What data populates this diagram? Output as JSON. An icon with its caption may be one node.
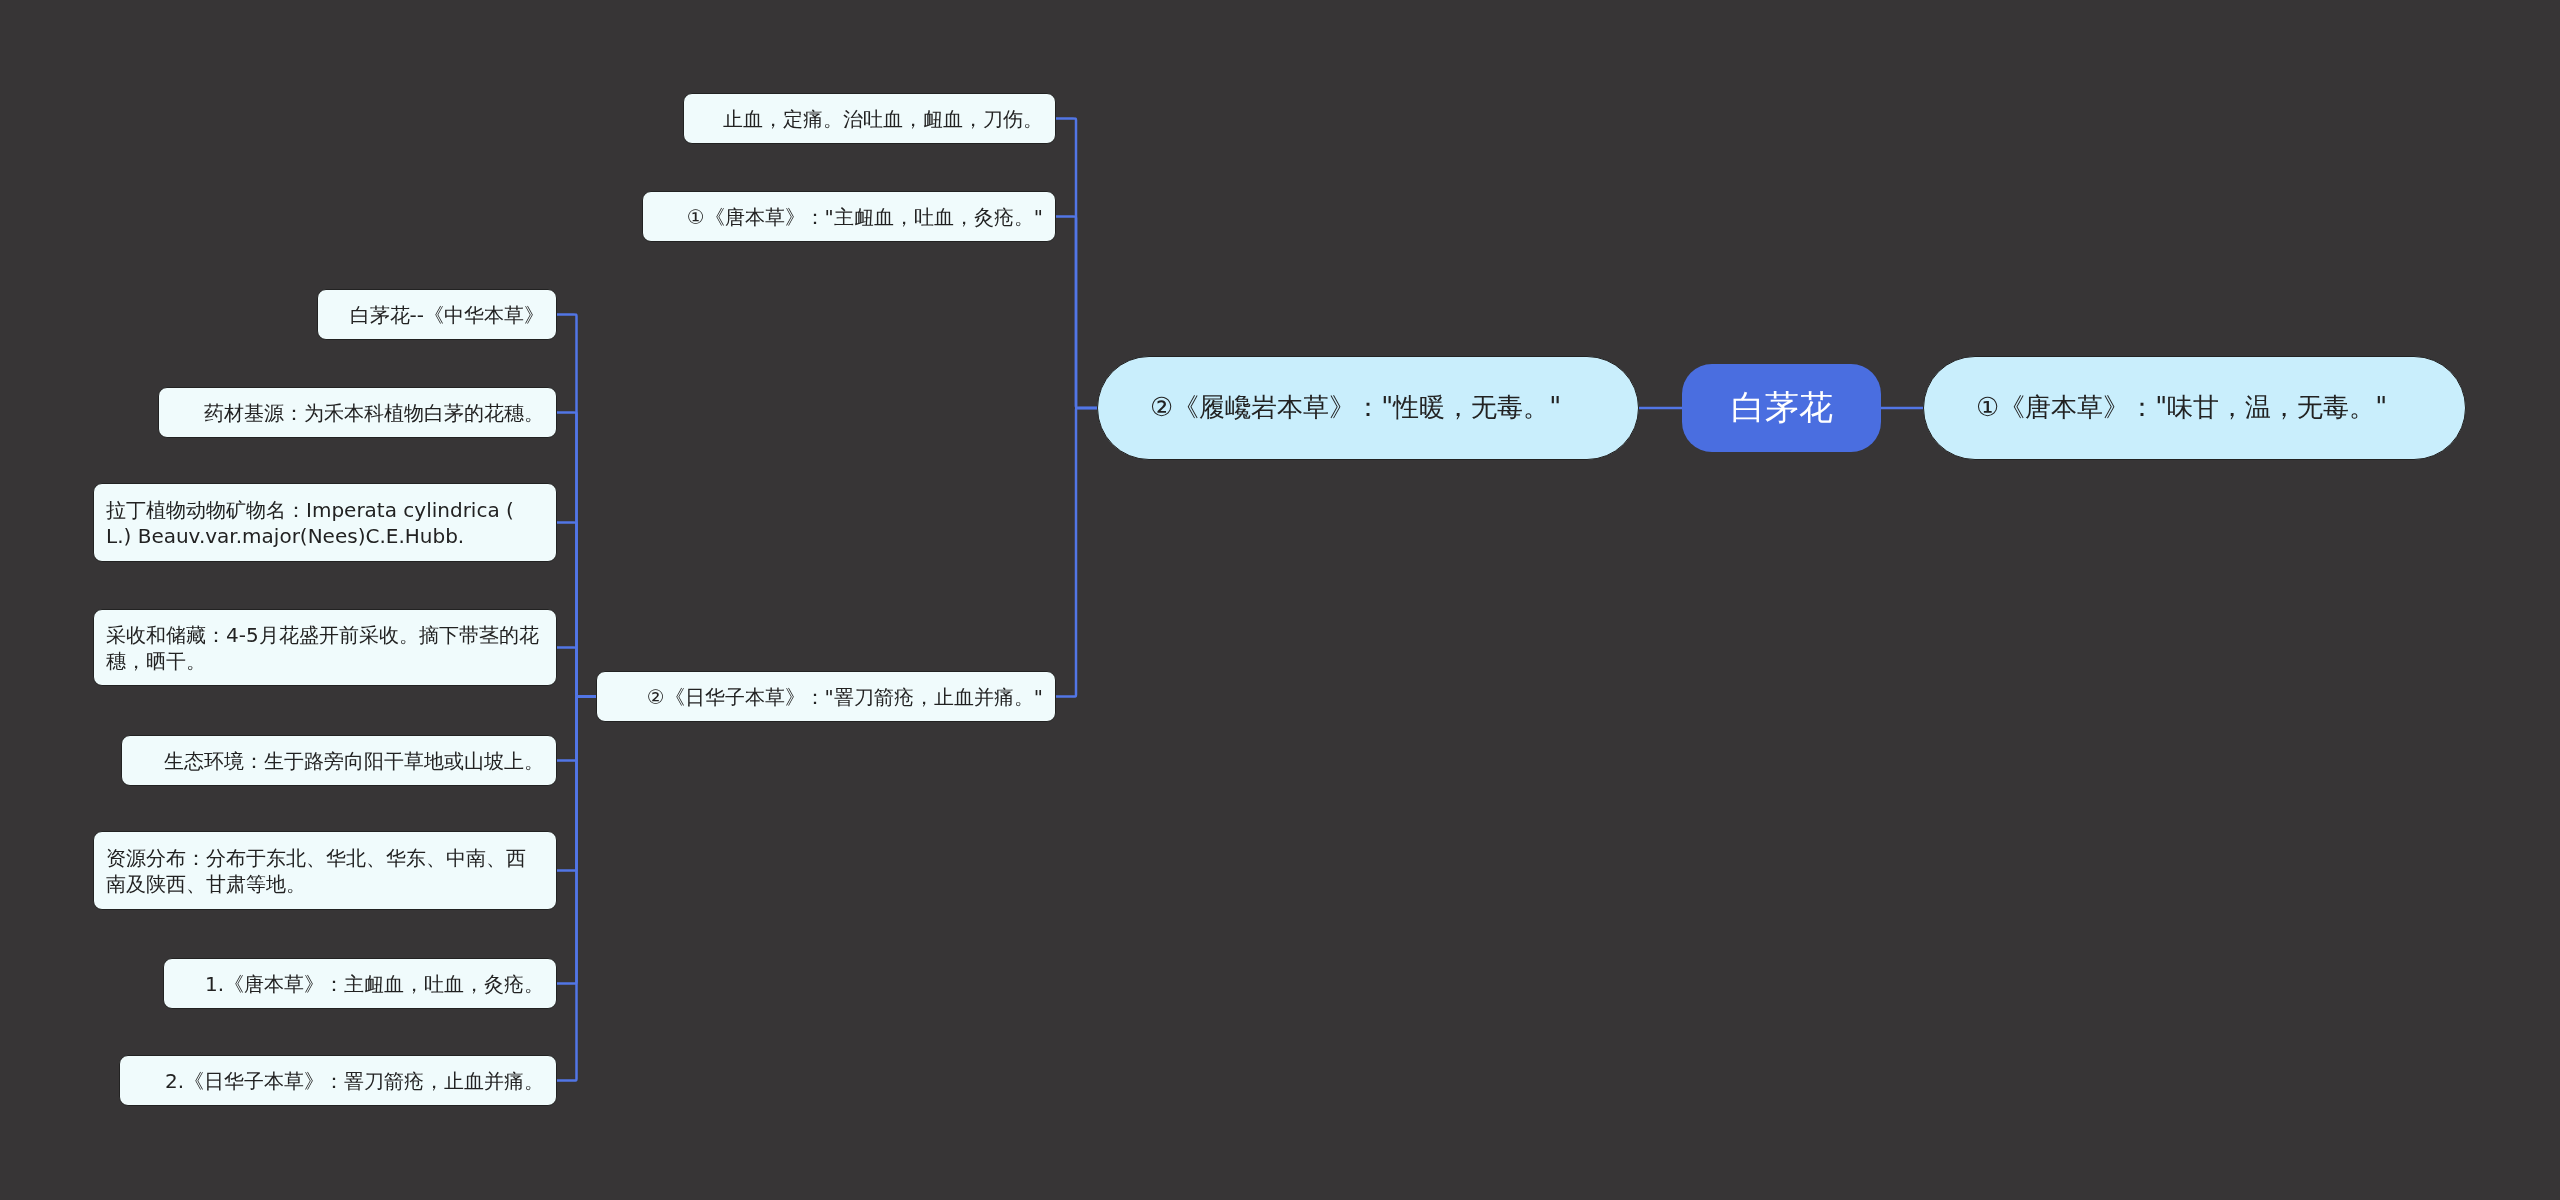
{
  "diagram": {
    "nodes": [
      {
        "text": [
          "白茅花"
        ]
      },
      {
        "text": [
          "①《唐本草》：\"味甘，温，无毒。\""
        ]
      },
      {
        "text": [
          "②《履巉岩本草》：\"性暖，无毒。\""
        ]
      },
      {
        "text": [
          "止血，定痛。治吐血，衄血，刀伤。"
        ]
      },
      {
        "text": [
          "①《唐本草》：\"主衄血，吐血，灸疮。\""
        ]
      },
      {
        "text": [
          "②《日华子本草》：\"罯刀箭疮，止血并痛。\""
        ]
      },
      {
        "text": [
          "白茅花--《中华本草》"
        ]
      },
      {
        "text": [
          "药材基源：为禾本科植物白茅的花穗。"
        ]
      },
      {
        "text": [
          "拉丁植物动物矿物名：Imperata cylindrica ( L.) Beauv.var.major(Nees)C.E.Hubb."
        ]
      },
      {
        "text": [
          "采收和储藏：4-5月花盛开前采收。摘下带茎的花穗，晒干。"
        ]
      },
      {
        "text": [
          "生态环境：生于路旁向阳干草地或山坡上。"
        ]
      },
      {
        "text": [
          "资源分布：分布于东北、华北、华东、中南、西南及陕西、甘肃等地。"
        ]
      },
      {
        "text": [
          "1.《唐本草》：主衄血，吐血，灸疮。"
        ]
      },
      {
        "text": [
          "2.《日华子本草》：罯刀箭疮，止血并痛。"
        ]
      }
    ],
    "edges": [
      {
        "from": 0,
        "to": 1,
        "arrow": "none"
      },
      {
        "from": 0,
        "to": 2,
        "arrow": "none"
      },
      {
        "from": 2,
        "to": 3,
        "arrow": "none"
      },
      {
        "from": 2,
        "to": 4,
        "arrow": "none"
      },
      {
        "from": 2,
        "to": 5,
        "arrow": "none"
      },
      {
        "from": 5,
        "to": 6,
        "arrow": "none"
      },
      {
        "from": 5,
        "to": 7,
        "arrow": "none"
      },
      {
        "from": 5,
        "to": 8,
        "arrow": "none"
      },
      {
        "from": 5,
        "to": 9,
        "arrow": "none"
      },
      {
        "from": 5,
        "to": 10,
        "arrow": "none"
      },
      {
        "from": 5,
        "to": 11,
        "arrow": "none"
      },
      {
        "from": 5,
        "to": 12,
        "arrow": "none"
      },
      {
        "from": 5,
        "to": 13,
        "arrow": "none"
      }
    ]
  }
}
